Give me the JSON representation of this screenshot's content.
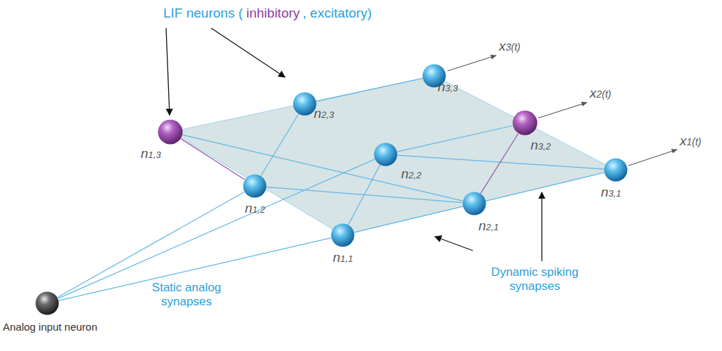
{
  "diagram": {
    "nodes": [
      {
        "text": [
          "n1,3"
        ]
      },
      {
        "text": [
          "n2,3"
        ]
      },
      {
        "text": [
          "n3,3"
        ]
      },
      {
        "text": [
          "n1,2"
        ]
      },
      {
        "text": [
          "n2,2"
        ]
      },
      {
        "text": [
          "n3,2"
        ]
      },
      {
        "text": [
          "n1,1"
        ]
      },
      {
        "text": [
          "n2,1"
        ]
      },
      {
        "text": [
          "n3,1"
        ]
      },
      {
        "text": [
          "Analog input neuron"
        ]
      }
    ],
    "edges": [
      {
        "from": 1,
        "to": 2,
        "arrow": "none"
      },
      {
        "from": 0,
        "to": 3,
        "arrow": "none"
      },
      {
        "from": 0,
        "to": 7,
        "arrow": "none"
      },
      {
        "from": 1,
        "to": 3,
        "arrow": "none"
      },
      {
        "from": 3,
        "to": 7,
        "arrow": "none"
      },
      {
        "from": 4,
        "to": 5,
        "arrow": "none"
      },
      {
        "from": 4,
        "to": 8,
        "arrow": "none"
      },
      {
        "from": 4,
        "to": 6,
        "arrow": "none"
      },
      {
        "from": 5,
        "to": 7,
        "arrow": "none"
      },
      {
        "from": 6,
        "to": 8,
        "arrow": "none"
      },
      {
        "from": 9,
        "to": 3,
        "arrow": "none"
      },
      {
        "from": 9,
        "to": 4,
        "arrow": "none"
      },
      {
        "from": 9,
        "to": 6,
        "arrow": "none"
      }
    ],
    "labels": [
      "LIF neurons (",
      "inhibitory",
      ", excitatory)",
      "x1(t)",
      "x2(t)",
      "x3(t)",
      "Static analog synapses",
      "Dynamic spiking synapses"
    ]
  }
}
